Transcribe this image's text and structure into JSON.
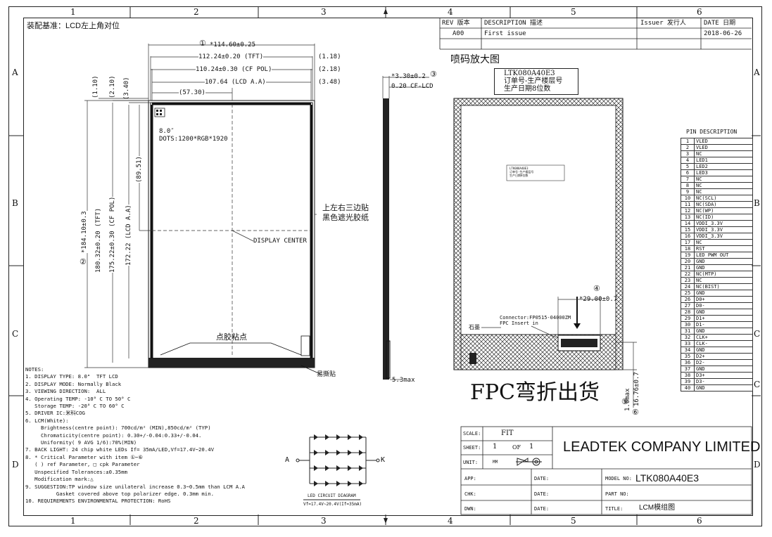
{
  "ruler": {
    "cols": [
      "1",
      "2",
      "3",
      "4",
      "5",
      "6"
    ],
    "rows": [
      "A",
      "B",
      "C",
      "D"
    ]
  },
  "assembly_note": "装配基准：LCD左上角对位",
  "revision": {
    "headers": [
      "REV 版本",
      "DESCRIPTION 描述",
      "Issuer 发行人",
      "DATE 日期"
    ],
    "rows": [
      [
        "A00",
        "First issue",
        "",
        "2018-06-26"
      ]
    ]
  },
  "dimensions": {
    "d1_num": "①",
    "d1": "*114.60±0.25",
    "tft_w": "112.24±0.20 (TFT)",
    "tft_w_r": "(1.18)",
    "cf_w": "110.24±0.30 (CF POL)",
    "cf_w_r": "(2.18)",
    "aa_w": "107.64 (LCD A.A)",
    "aa_w_r": "(3.48)",
    "half": "(57.30)",
    "v1": "(1.10)",
    "v2": "(2.10)",
    "v3": "(3.40)",
    "h_total": "*184.10±0.3",
    "h_num": "②",
    "h_tft": "180.32±0.20 (TFT)",
    "h_cf": "175.22±0.30 (CF POL)",
    "h_aa": "172.22 (LCD A.A)",
    "h_half": "(89.51)",
    "thick": "*3.30±0.2",
    "thick_num": "③",
    "cf_lcd": "0.20 CF-LCD",
    "max": "5.3max",
    "fpc_w": "*29.00±0.7",
    "fpc_num": "④",
    "bend1": "1.0max",
    "bend1_num": "⑤",
    "bend2": "16.76±0.7",
    "bend2_num": "⑥"
  },
  "lcd": {
    "size": "8.0″",
    "dots": "DOTS:1200*RGB*1920",
    "center": "DISPLAY CENTER",
    "dot_glue": "点胶粘点",
    "easy_tear": "易撕贴",
    "tape": [
      "上左右三边贴",
      "黑色遮光胶纸"
    ]
  },
  "code_zoom": {
    "title": "喷码放大图",
    "lines": [
      "LTK080A40E3",
      "订单号-生产楼层号",
      "生产日期8位数"
    ],
    "mini": [
      "LTK080A40E3",
      "订单号-生产楼层号",
      "生产日期8位数"
    ]
  },
  "back": {
    "connector": "Connector:FP0515-04000ZM",
    "fpc_insert": "FPC Insert in",
    "graphite": "石墨",
    "fpc_bend": "FPC弯折出货"
  },
  "pins": {
    "title": "PIN DESCRIPTION",
    "rows": [
      [
        "1",
        "VLED"
      ],
      [
        "2",
        "VLED"
      ],
      [
        "3",
        "NC"
      ],
      [
        "4",
        "LED1"
      ],
      [
        "5",
        "LED2"
      ],
      [
        "6",
        "LED3"
      ],
      [
        "7",
        "NC"
      ],
      [
        "8",
        "NC"
      ],
      [
        "9",
        "NC"
      ],
      [
        "10",
        "NC(SCL)"
      ],
      [
        "11",
        "NC(SDA)"
      ],
      [
        "12",
        "NC(WP)"
      ],
      [
        "13",
        "NC(ID)"
      ],
      [
        "14",
        "VDDI_3.3V"
      ],
      [
        "15",
        "VDDI_3.3V"
      ],
      [
        "16",
        "VDDI_3.3V"
      ],
      [
        "17",
        "NC"
      ],
      [
        "18",
        "RST"
      ],
      [
        "19",
        "LED PWM OUT"
      ],
      [
        "20",
        "GND"
      ],
      [
        "21",
        "GND"
      ],
      [
        "22",
        "NC(MTP)"
      ],
      [
        "23",
        "NC"
      ],
      [
        "24",
        "NC(BIST)"
      ],
      [
        "25",
        "GND"
      ],
      [
        "26",
        "D0+"
      ],
      [
        "27",
        "D0-"
      ],
      [
        "28",
        "GND"
      ],
      [
        "29",
        "D1+"
      ],
      [
        "30",
        "D1-"
      ],
      [
        "31",
        "GND"
      ],
      [
        "32",
        "CLK+"
      ],
      [
        "33",
        "CLK-"
      ],
      [
        "34",
        "GND"
      ],
      [
        "35",
        "D2+"
      ],
      [
        "36",
        "D2-"
      ],
      [
        "37",
        "GND"
      ],
      [
        "38",
        "D3+"
      ],
      [
        "39",
        "D3-"
      ],
      [
        "40",
        "GND"
      ]
    ]
  },
  "notes": [
    "NOTES:",
    "1. DISPLAY TYPE: 8.0\"  TFT LCD",
    "2. DISPLAY MODE: Normally Black",
    "3. VIEWING DIRECTION:  ALL",
    "4. Operating TEMP: -10° C TO 50° C",
    "   Storage TEMP: -20° C TO 60° C",
    "5. DRIVER IC:米科COG",
    "6. LCM(White):",
    "     Brightness(centre point): 700cd/m² (MIN),850cd/m² (TYP)",
    "     Chromaticity(centre point): 0.30+/-0.04:0.33+/-0.04.",
    "     Uniformity( 9 AVG 1/6):70%(MIN)",
    "7. BACK LIGHT: 24 chip white LEDs If= 35mA/LED,Vf=17.4V~20.4V",
    "8. * Critical Parameter with item ①~⑥",
    "   ( ) ref Parameter, □ cpk Parameter",
    "   Unspecified Tolerances:±0.35mm",
    "   Modification mark:△",
    "9. SUGGESTION:TP window size unilateral increase 0.3~0.5mm than LCM A.A",
    "          Gasket covered above top polarizer edge. 0.3mm min.",
    "10. REQUIREMENTS ENVIRONMENTAL PROTECTION: RoHS"
  ],
  "led": {
    "a": "A",
    "k": "K",
    "title": "LED CIRCUIT DIAGRAM",
    "spec": "Vf=17.4V~20.4V(If=35mA)"
  },
  "title_block": {
    "scale_l": "SCALE:",
    "scale": "FIT",
    "sheet_l": "SHEET:",
    "sheet": "1",
    "of": "OF",
    "sheet_t": "1",
    "unit_l": "UNIT:",
    "unit": "MM",
    "company": "LEADTEK COMPANY LIMITED",
    "app": "APP:",
    "chk": "CHK:",
    "dwn": "DWN:",
    "date": "DATE:",
    "model_l": "MODEL NO:",
    "model": "LTK080A40E3",
    "part_l": "PART NO:",
    "title_l": "TITLE:",
    "title": "LCM模组图"
  }
}
